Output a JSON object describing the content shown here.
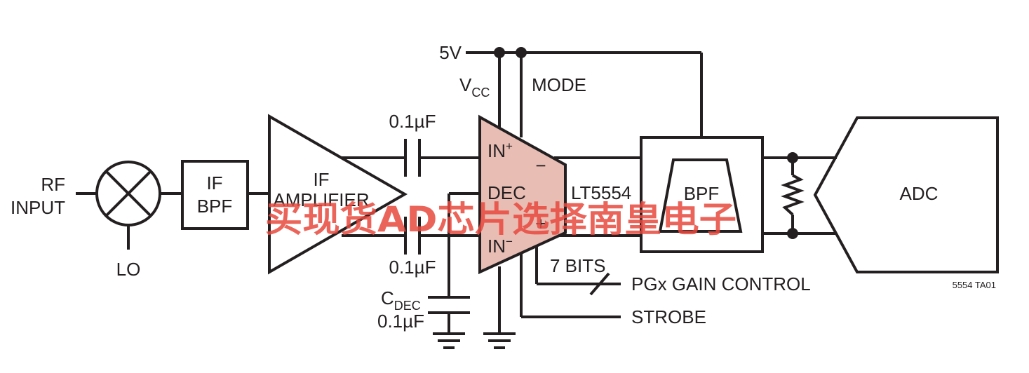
{
  "supply": "5V",
  "vcc": {
    "main": "V",
    "sub": "CC"
  },
  "mode": "MODE",
  "rf_input": [
    "RF",
    "INPUT"
  ],
  "lo": "LO",
  "if_bpf": [
    "IF",
    "BPF"
  ],
  "if_amplifier": [
    "IF",
    "AMPLIFIER"
  ],
  "cap_top": "0.1µF",
  "cap_bottom": "0.1µF",
  "cdec": {
    "main": "C",
    "sub": "DEC",
    "value": "0.1µF"
  },
  "amp": {
    "in_plus": "IN",
    "in_plus_sup": "+",
    "in_minus": "IN",
    "in_minus_sup": "−",
    "dec": "DEC",
    "minus": "−",
    "plus": "+",
    "part": "LT5554"
  },
  "bits": "7 BITS",
  "gain_control": "PGx GAIN CONTROL",
  "strobe": "STROBE",
  "bpf": "BPF",
  "adc": "ADC",
  "figure_id": "5554 TA01",
  "watermark": "买现货AD芯片选择南皇电子",
  "colors": {
    "amp_fill": "#e8bdb4",
    "watermark": "#e8493e",
    "line": "#231f20"
  }
}
